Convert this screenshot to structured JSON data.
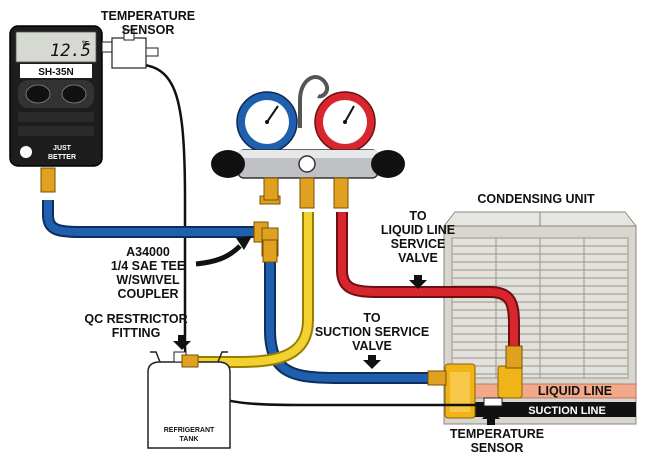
{
  "labels": {
    "temp_sensor_top_1": "TEMPERATURE",
    "temp_sensor_top_2": "SENSOR",
    "condensing_unit": "CONDENSING UNIT",
    "to_liquid_1": "TO",
    "to_liquid_2": "LIQUID LINE",
    "to_liquid_3": "SERVICE",
    "to_liquid_4": "VALVE",
    "tee_1": "A34000",
    "tee_2": "1/4 SAE TEE",
    "tee_3": "W/SWIVEL",
    "tee_4": "COUPLER",
    "restrictor_1": "QC RESTRICTOR",
    "restrictor_2": "FITTING",
    "to_suction_1": "TO",
    "to_suction_2": "SUCTION SERVICE",
    "to_suction_3": "VALVE",
    "liquid_line": "LIQUID LINE",
    "suction_line": "SUCTION LINE",
    "temp_sensor_bottom_1": "TEMPERATURE",
    "temp_sensor_bottom_2": "SENSOR",
    "tank_1": "REFRIGERANT",
    "tank_2": "TANK"
  },
  "instrument": {
    "reading": "12.5",
    "unit": "°F",
    "model": "SH-35N",
    "brand_line_1": "JUST",
    "brand_line_2": "BETTER"
  },
  "colors": {
    "blue_hose": "#1f5fae",
    "yellow_hose": "#f2d230",
    "red_hose": "#d8262e",
    "brass": "#e0a020",
    "liquid_line": "#f2a98a",
    "suction_line": "#111111",
    "condenser": "#d9d6cf"
  }
}
